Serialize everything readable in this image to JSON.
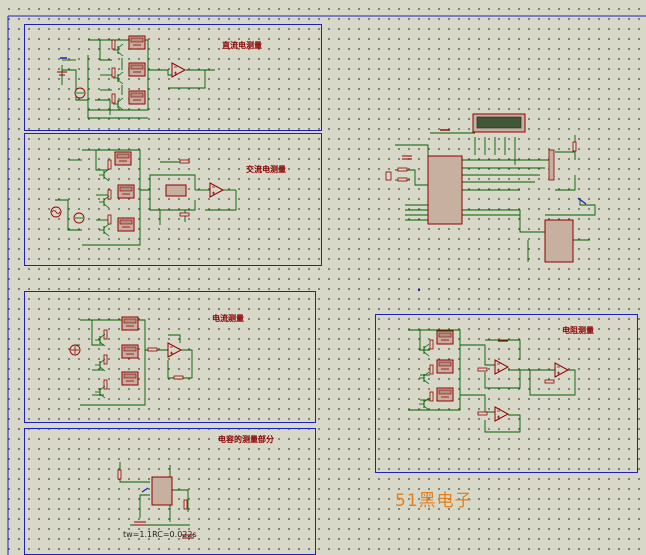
{
  "blocks": [
    {
      "id": "dc-voltage",
      "title": "直流电测量"
    },
    {
      "id": "ac-voltage",
      "title": "交流电测量"
    },
    {
      "id": "current",
      "title": "电流测量"
    },
    {
      "id": "resistance",
      "title": "电阻测量"
    },
    {
      "id": "capacitance",
      "title": "电容的测量部分"
    }
  ],
  "capacitance_formula": "tw=1.1RC=0.022s",
  "watermark": "51黑电子",
  "colors": {
    "wire": "#006000",
    "component_outline": "#900000",
    "component_fill": "#c8b0a0",
    "block_border": "#2020c0",
    "title": "#8a0000",
    "watermark": "#e08020"
  }
}
